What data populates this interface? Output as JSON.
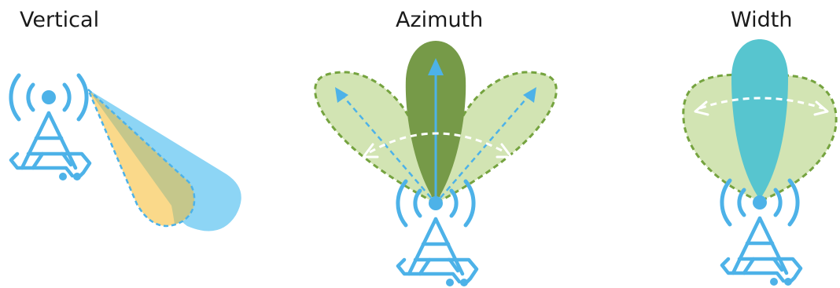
{
  "panels": [
    {
      "id": "vertical",
      "label": "Vertical"
    },
    {
      "id": "azimuth",
      "label": "Azimuth"
    },
    {
      "id": "width",
      "label": "Width"
    }
  ],
  "colors": {
    "antenna_blue": "#4db2e8",
    "beam_blue": "#8dd5f5",
    "beam_yellow": "#fad98a",
    "beam_overlap": "#c5c78b",
    "beam_dark_green": "#769a48",
    "beam_light_green": "#d2e4b3",
    "dashed_green": "#75a33f",
    "beam_teal": "#57c5cf"
  },
  "icons": [
    "antenna-tower-icon"
  ]
}
